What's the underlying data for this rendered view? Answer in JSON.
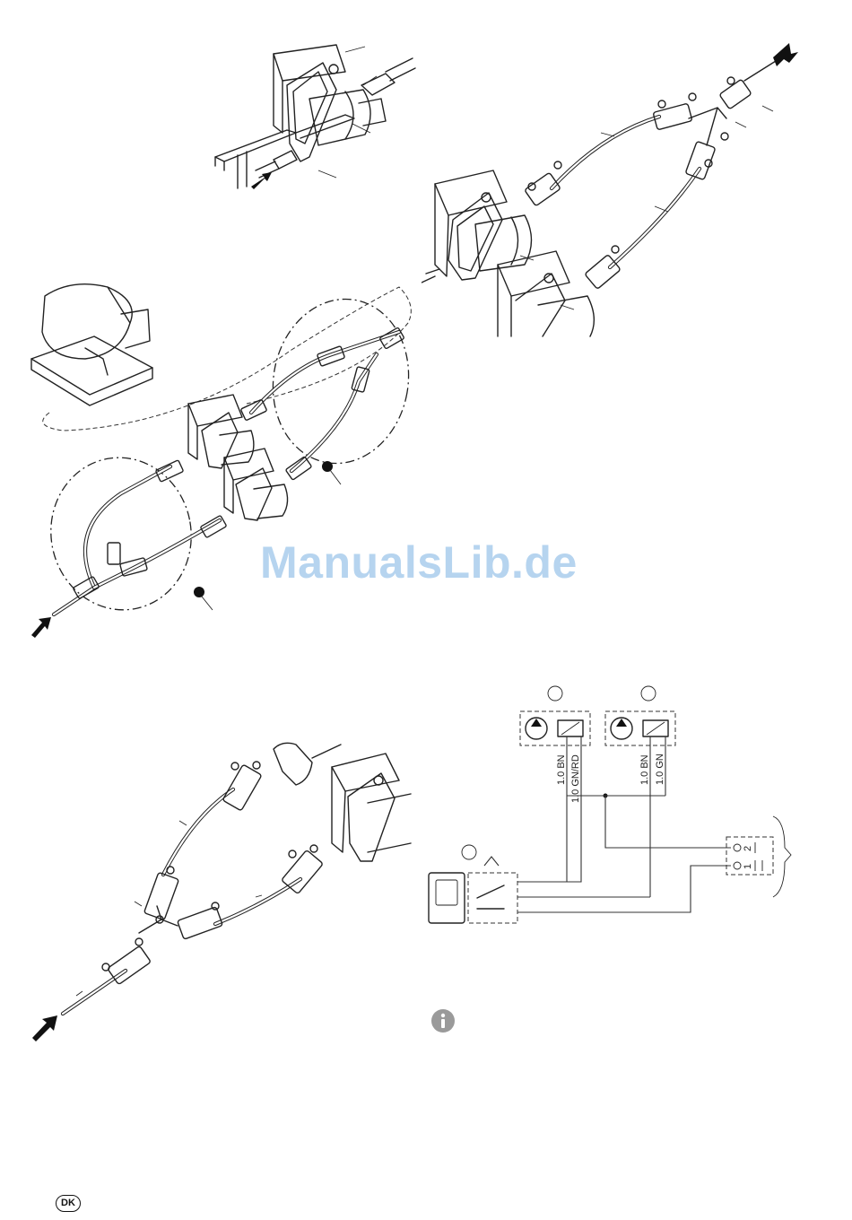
{
  "watermark": "ManualsLib.de",
  "badge": "DK",
  "wiring": {
    "pump_left_wires": [
      "1.0 BN",
      "1.0 GN/RD"
    ],
    "pump_right_wires": [
      "1.0 BN",
      "1.0 GN"
    ],
    "connector_pins": [
      "2",
      "1"
    ]
  },
  "icons": {
    "info": "info-icon",
    "flow_arrow": "flow-arrow-icon"
  }
}
